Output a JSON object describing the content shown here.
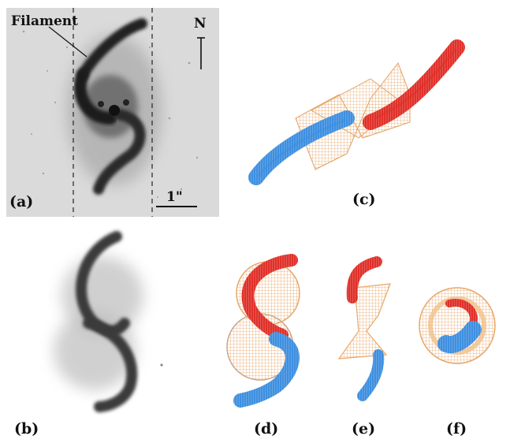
{
  "panel_a": {
    "label": "(a)",
    "annotation": "Filament",
    "north_label": "N",
    "scale_label": "1\""
  },
  "panel_b": {
    "label": "(b)"
  },
  "panel_c": {
    "label": "(c)"
  },
  "panel_d": {
    "label": "(d)"
  },
  "panel_e": {
    "label": "(e)"
  },
  "panel_f": {
    "label": "(f)"
  },
  "colors": {
    "red_lobe": "#e0302a",
    "blue_lobe": "#3e8fe0",
    "wireframe": "#e8a86a",
    "wireframe_dark": "#c98a52",
    "image_bg": "#dcdcdc"
  }
}
